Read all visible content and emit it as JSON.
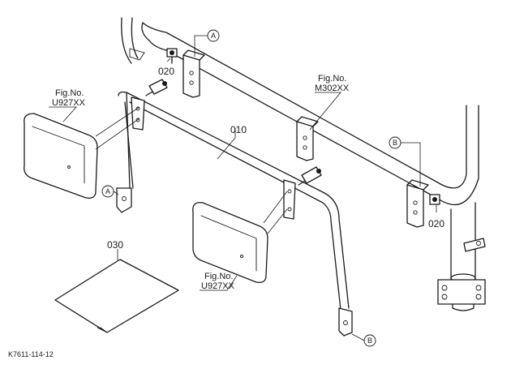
{
  "labels": {
    "part_010": "010",
    "part_020_top": "020",
    "part_020_right": "020",
    "part_030": "030",
    "fig_no_left_line1": "Fig.No.",
    "fig_no_left_line2": "U927XX",
    "fig_no_center_line1": "Fig.No.",
    "fig_no_center_line2": "U927XX",
    "fig_no_top_line1": "Fig.No.",
    "fig_no_top_line2": "M302XX",
    "ref_a_top": "A",
    "ref_a_left": "A",
    "ref_b_right": "B",
    "ref_b_bottom": "B",
    "drawing_code": "K7611-114-12"
  }
}
